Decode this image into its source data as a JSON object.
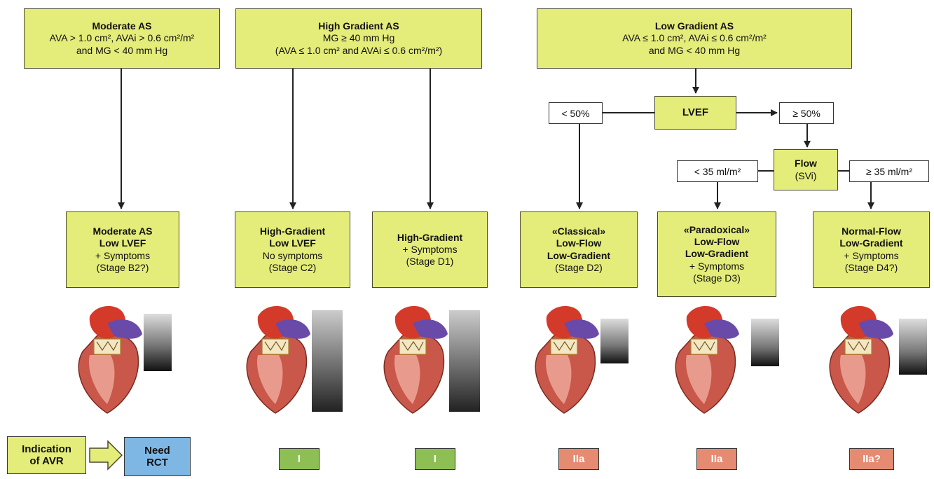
{
  "colors": {
    "box_fill": "#e4ec7a",
    "class_I": "#8dbf55",
    "class_IIa": "#e58b72",
    "need_rct": "#7fb7e4"
  },
  "categories": {
    "moderate": {
      "title": "Moderate AS",
      "line1": "AVA > 1.0 cm², AVAi > 0.6 cm²/m²",
      "line2": "and MG < 40 mm Hg"
    },
    "high": {
      "title": "High Gradient AS",
      "line1": "MG ≥ 40 mm Hg",
      "line2": "(AVA ≤ 1.0 cm² and AVAi ≤ 0.6 cm²/m²)"
    },
    "low": {
      "title": "Low Gradient AS",
      "line1": "AVA ≤ 1.0 cm², AVAi ≤ 0.6 cm²/m²",
      "line2": "and MG < 40 mm Hg"
    }
  },
  "decision": {
    "lvef": "LVEF",
    "lvef_low": "< 50%",
    "lvef_high": "≥ 50%",
    "flow_title": "Flow",
    "flow_sub": "(SVi)",
    "svi_low": "< 35 ml/m²",
    "svi_high": "≥ 35 ml/m²"
  },
  "stages": [
    {
      "l1": "Moderate AS",
      "l2": "Low LVEF",
      "l3": "+ Symptoms",
      "l4": "(Stage B2?)",
      "l5": ""
    },
    {
      "l1": "High-Gradient",
      "l2": "Low LVEF",
      "l3": "No symptoms",
      "l4": "(Stage C2)",
      "l5": ""
    },
    {
      "l1": "High-Gradient",
      "l2": "+ Symptoms",
      "l3": "(Stage D1)",
      "l4": "",
      "l5": ""
    },
    {
      "l1": "«Classical»",
      "l2": "Low-Flow",
      "l3": "Low-Gradient",
      "l4": "(Stage D2)",
      "l5": ""
    },
    {
      "l1": "«Paradoxical»",
      "l2": "Low-Flow",
      "l3": "Low-Gradient",
      "l4": "+ Symptoms",
      "l5": "(Stage D3)"
    },
    {
      "l1": "Normal-Flow",
      "l2": "Low-Gradient",
      "l3": "+ Symptoms",
      "l4": "(Stage D4?)",
      "l5": ""
    }
  ],
  "legend": {
    "indication_l1": "Indication",
    "indication_l2": "of AVR",
    "rct_l1": "Need",
    "rct_l2": "RCT"
  },
  "recommendations": [
    "I",
    "I",
    "IIa",
    "IIa",
    "IIa?"
  ]
}
